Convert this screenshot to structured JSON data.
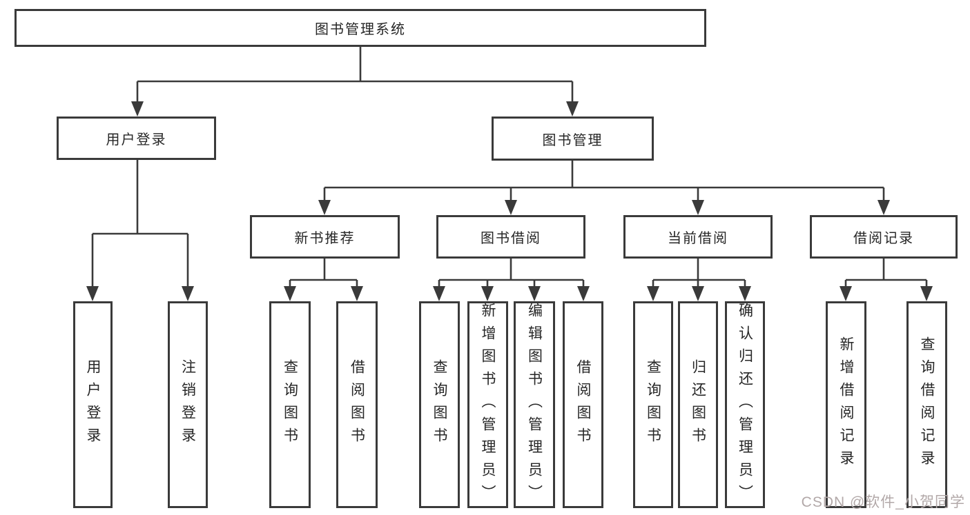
{
  "tree": {
    "root": {
      "label": "图书管理系统"
    },
    "branches": [
      {
        "label": "用户登录",
        "children": [
          {
            "label": "用户登录"
          },
          {
            "label": "注销登录"
          }
        ]
      },
      {
        "label": "图书管理",
        "children": [
          {
            "label": "新书推荐",
            "children": [
              {
                "label": "查询图书"
              },
              {
                "label": "借阅图书"
              }
            ]
          },
          {
            "label": "图书借阅",
            "children": [
              {
                "label": "查询图书"
              },
              {
                "label": "新增图书（管理员）"
              },
              {
                "label": "编辑图书（管理员）"
              },
              {
                "label": "借阅图书"
              }
            ]
          },
          {
            "label": "当前借阅",
            "children": [
              {
                "label": "查询图书"
              },
              {
                "label": "归还图书"
              },
              {
                "label": "确认归还（管理员）"
              }
            ]
          },
          {
            "label": "借阅记录",
            "children": [
              {
                "label": "新增借阅记录"
              },
              {
                "label": "查询借阅记录"
              }
            ]
          }
        ]
      }
    ]
  },
  "watermark": {
    "text": "CSDN @软件_小贺同学"
  },
  "colors": {
    "line": "#3a3a3a",
    "text": "#262626",
    "watermark": "#b2a8a8",
    "background": "#ffffff"
  }
}
